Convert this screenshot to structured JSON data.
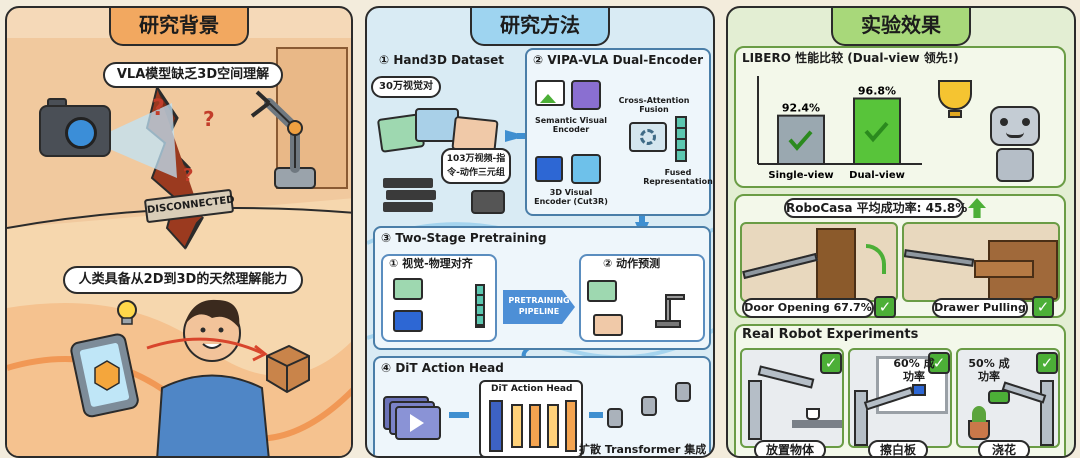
{
  "panel_background": {
    "title": "研究背景",
    "bubble_vla": "VLA模型缺乏3D空间理解",
    "sign_disconnected": "DISCONNECTED",
    "question_mark": "?",
    "bubble_human": "人类具备从2D到3D的天然理解能力"
  },
  "panel_method": {
    "title": "研究方法",
    "hand3d_title": "① Hand3D Dataset",
    "hand3d_count_pairs": "30万视觉对",
    "hand3d_count_triplets": "103万视频-指令-动作三元组",
    "vipa_title": "② VIPA-VLA Dual-Encoder",
    "semantic_encoder": "Semantic Visual Encoder",
    "visual3d_encoder": "3D Visual Encoder (Cut3R)",
    "cross_attention": "Cross-Attention Fusion",
    "fused_rep": "Fused Representation",
    "two_stage_title": "③ Two-Stage Pretraining",
    "stage1": "① 视觉-物理对齐",
    "stage2": "② 动作预测",
    "pipeline": "PRETRAINING PIPELINE",
    "dit_title": "④ DiT Action Head",
    "dit_inner": "DiT Action Head",
    "dit_caption": "扩散 Transformer 集成"
  },
  "panel_results": {
    "title": "实验效果",
    "libero_title": "LIBERO 性能比较 (Dual-view 领先!)",
    "libero_chart": {
      "type": "bar",
      "categories": [
        "Single-view",
        "Dual-view"
      ],
      "values": [
        92.4,
        96.8
      ],
      "value_labels": [
        "92.4%",
        "96.8%"
      ]
    },
    "robocasa_title": "RoboCasa 平均成功率: 45.8%",
    "door": "Door Opening 67.7%",
    "drawer": "Drawer Pulling",
    "real_title": "Real Robot Experiments",
    "whiteboard_rate": "60% 成功率",
    "watering_rate": "50% 成功率",
    "task1": "放置物体",
    "task2": "擦白板",
    "task3": "浇花"
  },
  "colors": {
    "background_panel": "#f5d9b8",
    "method_panel": "#d9ebf4",
    "results_panel": "#e3eed3",
    "check_green": "#4caf37",
    "arrow_blue": "#3f8fd0"
  }
}
